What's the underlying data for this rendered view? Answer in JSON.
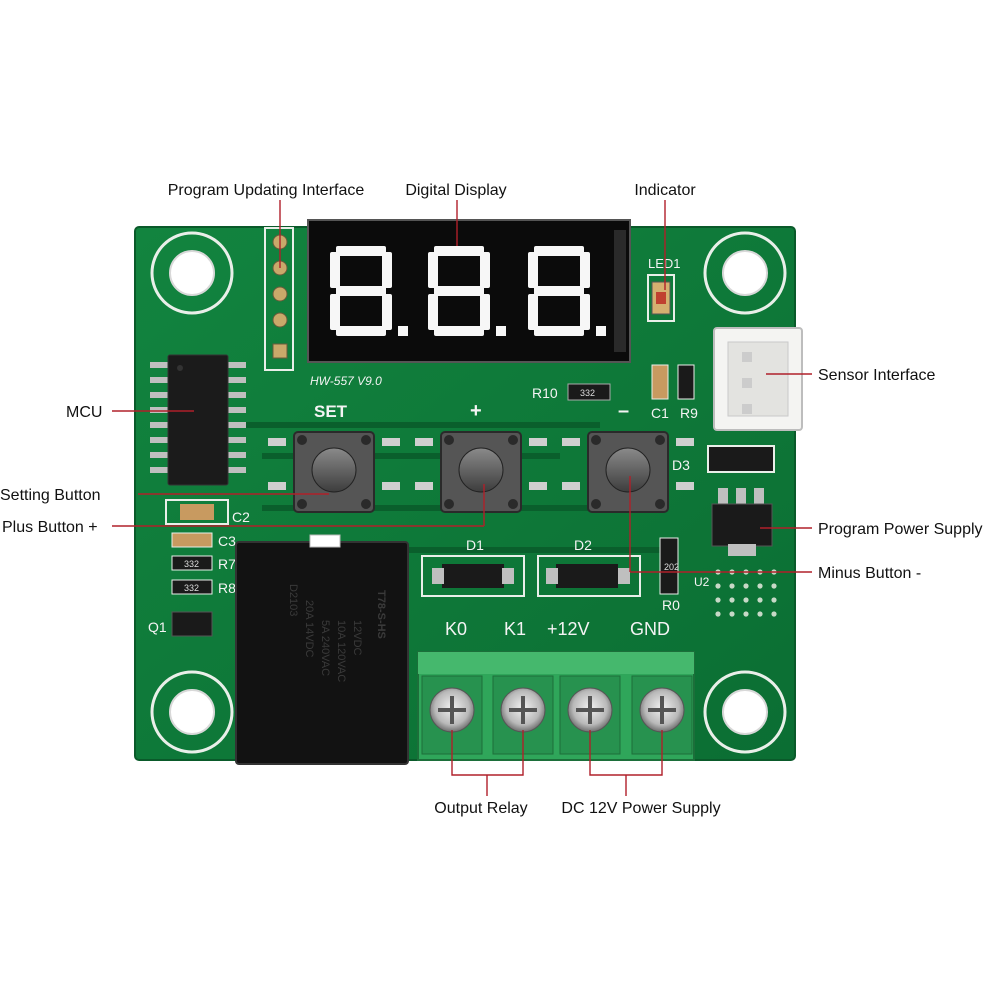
{
  "callouts": {
    "program_updating_interface": "Program Updating Interface",
    "digital_display": "Digital Display",
    "indicator": "Indicator",
    "sensor_interface": "Sensor Interface",
    "mcu": "MCU",
    "setting_button": "Setting Button",
    "plus_button": "Plus Button +",
    "program_power_supply": "Program Power Supply",
    "minus_button": "Minus Button -",
    "output_relay": "Output Relay",
    "dc_power_supply": "DC 12V Power Supply"
  },
  "board": {
    "model": "HW-557  V9.0",
    "set_label": "SET",
    "plus_label": "+",
    "minus_label": "–",
    "led_label": "LED1",
    "r10": "R10",
    "r10_code": "332",
    "c1": "C1",
    "r9": "R9",
    "d3": "D3",
    "d1": "D1",
    "d2": "D2",
    "r0": "R0",
    "r0_code": "202",
    "c2": "C2",
    "c3": "C3",
    "r7": "R7",
    "r7_code": "332",
    "r8": "R8",
    "r8_code": "332",
    "q1": "Q1",
    "u2": "U2",
    "terminals": [
      "K0",
      "K1",
      "+12V",
      "GND"
    ]
  },
  "relay": {
    "model": "T78-S-HS",
    "lines": [
      "12VDC",
      "10A 120VAC",
      "5A 240VAC",
      "20A 14VDC"
    ],
    "code": "D2103"
  },
  "colors": {
    "pcb": "#0e7a3a",
    "silkscreen": "#f4f4f4",
    "leader": "#b0202a",
    "terminal_block": "#2fa65a"
  }
}
